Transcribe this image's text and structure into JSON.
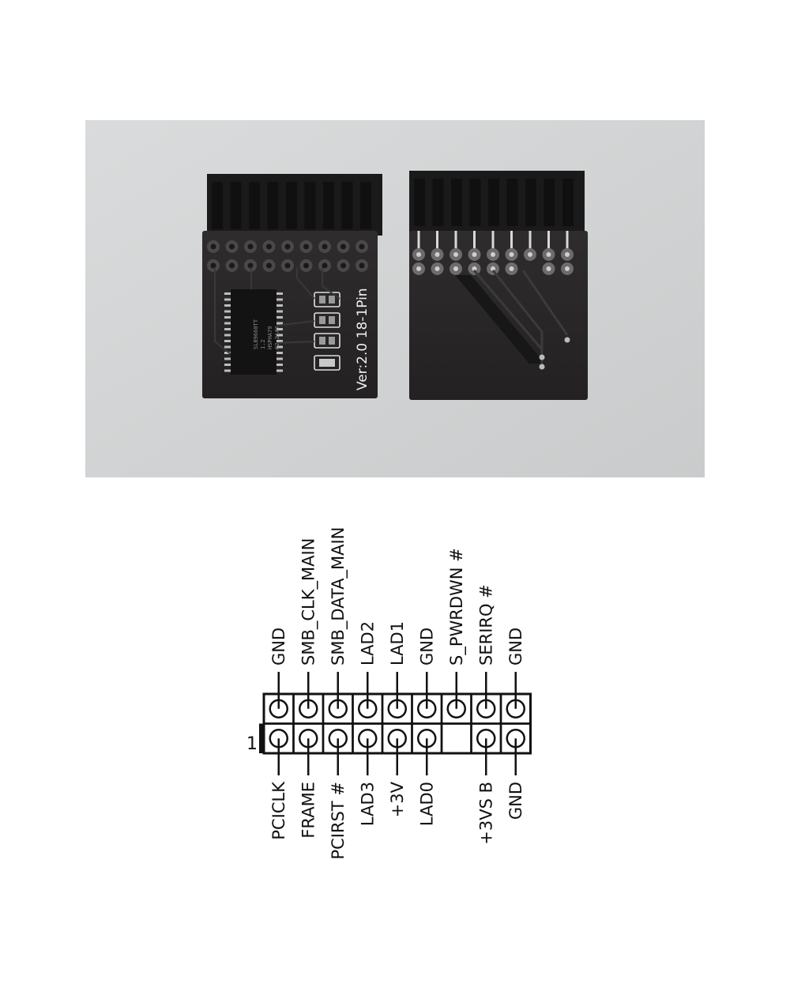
{
  "photo": {
    "board_marking": "Ver:2.0  18-1Pin",
    "chip_marking_lines": [
      "SLB9660TT",
      "1.2",
      "HSPHA79",
      "G2 2147"
    ]
  },
  "pinout": {
    "pin1_marker": "1",
    "top_row": [
      {
        "label": "GND",
        "has_pin": true
      },
      {
        "label": "SMB_CLK_MAIN",
        "has_pin": true
      },
      {
        "label": "SMB_DATA_MAIN",
        "has_pin": true
      },
      {
        "label": "LAD2",
        "has_pin": true
      },
      {
        "label": "LAD1",
        "has_pin": true
      },
      {
        "label": "GND",
        "has_pin": true
      },
      {
        "label": "S_PWRDWN #",
        "has_pin": true
      },
      {
        "label": "SERIRQ #",
        "has_pin": true
      },
      {
        "label": "GND",
        "has_pin": true
      }
    ],
    "bottom_row": [
      {
        "label": "PCICLK",
        "has_pin": true
      },
      {
        "label": "FRAME",
        "has_pin": true
      },
      {
        "label": "PCIRST #",
        "has_pin": true
      },
      {
        "label": "LAD3",
        "has_pin": true
      },
      {
        "label": "+3V",
        "has_pin": true
      },
      {
        "label": "LAD0",
        "has_pin": true
      },
      {
        "label": "",
        "has_pin": false
      },
      {
        "label": "+3VS B",
        "has_pin": true
      },
      {
        "label": "GND",
        "has_pin": true
      }
    ]
  }
}
